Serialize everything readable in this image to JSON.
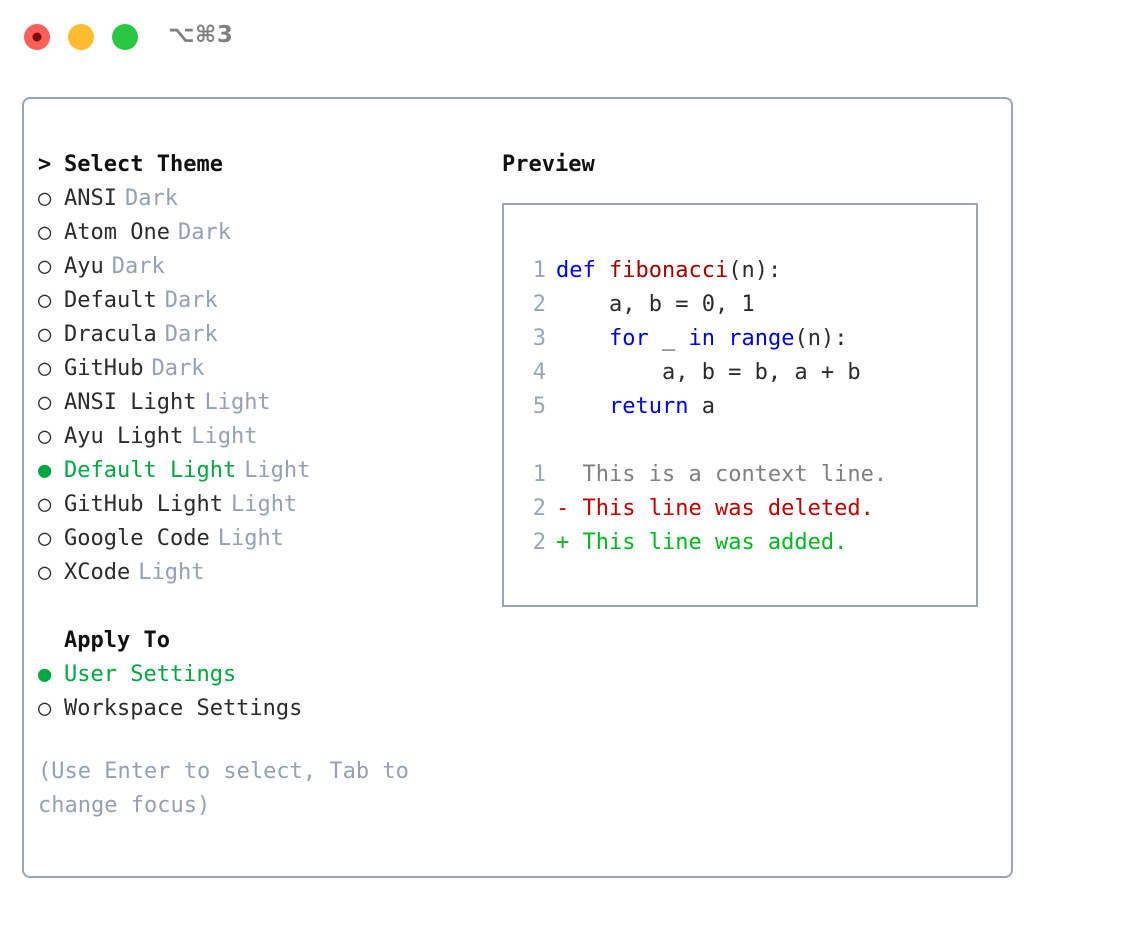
{
  "titlebar": {
    "shortcut": "⌥⌘3",
    "lights": [
      {
        "name": "close",
        "color": "#ff5f57"
      },
      {
        "name": "minimize",
        "color": "#febc2e"
      },
      {
        "name": "maximize",
        "color": "#28c840"
      }
    ]
  },
  "accent_color": "#00a63f",
  "muted_color": "#95a0b3",
  "border_color": "#9aa5b7",
  "theme_picker": {
    "prompt_prefix": ">",
    "title": "Select Theme",
    "selected_bullet": "●",
    "unselected_bullet": "○",
    "items": [
      {
        "label": "ANSI",
        "tag": "Dark",
        "selected": false
      },
      {
        "label": "Atom One",
        "tag": "Dark",
        "selected": false
      },
      {
        "label": "Ayu",
        "tag": "Dark",
        "selected": false
      },
      {
        "label": "Default",
        "tag": "Dark",
        "selected": false
      },
      {
        "label": "Dracula",
        "tag": "Dark",
        "selected": false
      },
      {
        "label": "GitHub",
        "tag": "Dark",
        "selected": false
      },
      {
        "label": "ANSI Light",
        "tag": "Light",
        "selected": false
      },
      {
        "label": "Ayu Light",
        "tag": "Light",
        "selected": false
      },
      {
        "label": "Default Light",
        "tag": "Light",
        "selected": true
      },
      {
        "label": "GitHub Light",
        "tag": "Light",
        "selected": false
      },
      {
        "label": "Google Code",
        "tag": "Light",
        "selected": false
      },
      {
        "label": "XCode",
        "tag": "Light",
        "selected": false
      }
    ]
  },
  "apply_to": {
    "title": "Apply To",
    "items": [
      {
        "label": "User Settings",
        "selected": true
      },
      {
        "label": "Workspace Settings",
        "selected": false
      }
    ]
  },
  "hint": "(Use Enter to select, Tab to change focus)",
  "preview": {
    "title": "Preview",
    "code_lines": [
      {
        "no": "1",
        "tokens": [
          {
            "t": "def ",
            "c": "kw"
          },
          {
            "t": "fibonacci",
            "c": "fn"
          },
          {
            "t": "(n):",
            "c": "code-text"
          }
        ]
      },
      {
        "no": "2",
        "tokens": [
          {
            "t": "    a, b = 0, 1",
            "c": "code-text"
          }
        ]
      },
      {
        "no": "3",
        "tokens": [
          {
            "t": "    ",
            "c": "code-text"
          },
          {
            "t": "for",
            "c": "kw"
          },
          {
            "t": " _ ",
            "c": "code-text"
          },
          {
            "t": "in",
            "c": "kw"
          },
          {
            "t": " ",
            "c": "code-text"
          },
          {
            "t": "range",
            "c": "kw"
          },
          {
            "t": "(n):",
            "c": "code-text"
          }
        ]
      },
      {
        "no": "4",
        "tokens": [
          {
            "t": "        a, b = b, a + b",
            "c": "code-text"
          }
        ]
      },
      {
        "no": "5",
        "tokens": [
          {
            "t": "    ",
            "c": "code-text"
          },
          {
            "t": "return",
            "c": "kw"
          },
          {
            "t": " a",
            "c": "code-text"
          }
        ]
      }
    ],
    "diff_lines": [
      {
        "no": "1",
        "marker": "  ",
        "text": "This is a context line.",
        "kind": "ctx"
      },
      {
        "no": "2",
        "marker": "- ",
        "text": "This line was deleted.",
        "kind": "del"
      },
      {
        "no": "2",
        "marker": "+ ",
        "text": "This line was added.",
        "kind": "add"
      }
    ]
  }
}
